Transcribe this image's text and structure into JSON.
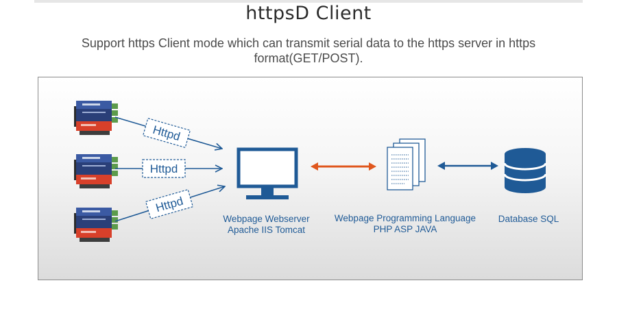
{
  "page": {
    "title": "httpsD Client",
    "subtitle": "Support https Client mode which can transmit serial data to the https server in https format(GET/POST)."
  },
  "diagram": {
    "connection_label": "Httpd",
    "server": {
      "line1": "Webpage Webserver",
      "line2": "Apache IIS Tomcat"
    },
    "language": {
      "line1": "Webpage Programming Language",
      "line2": "PHP ASP JAVA"
    },
    "database": {
      "label": "Database SQL"
    }
  },
  "colors": {
    "link_blue": "#1f5a96",
    "arrow_orange": "#e0571d",
    "device_red": "#d8402a",
    "device_blue": "#2a3f78"
  },
  "icons": [
    "serial-device-icon",
    "monitor-icon",
    "documents-icon",
    "database-icon"
  ]
}
